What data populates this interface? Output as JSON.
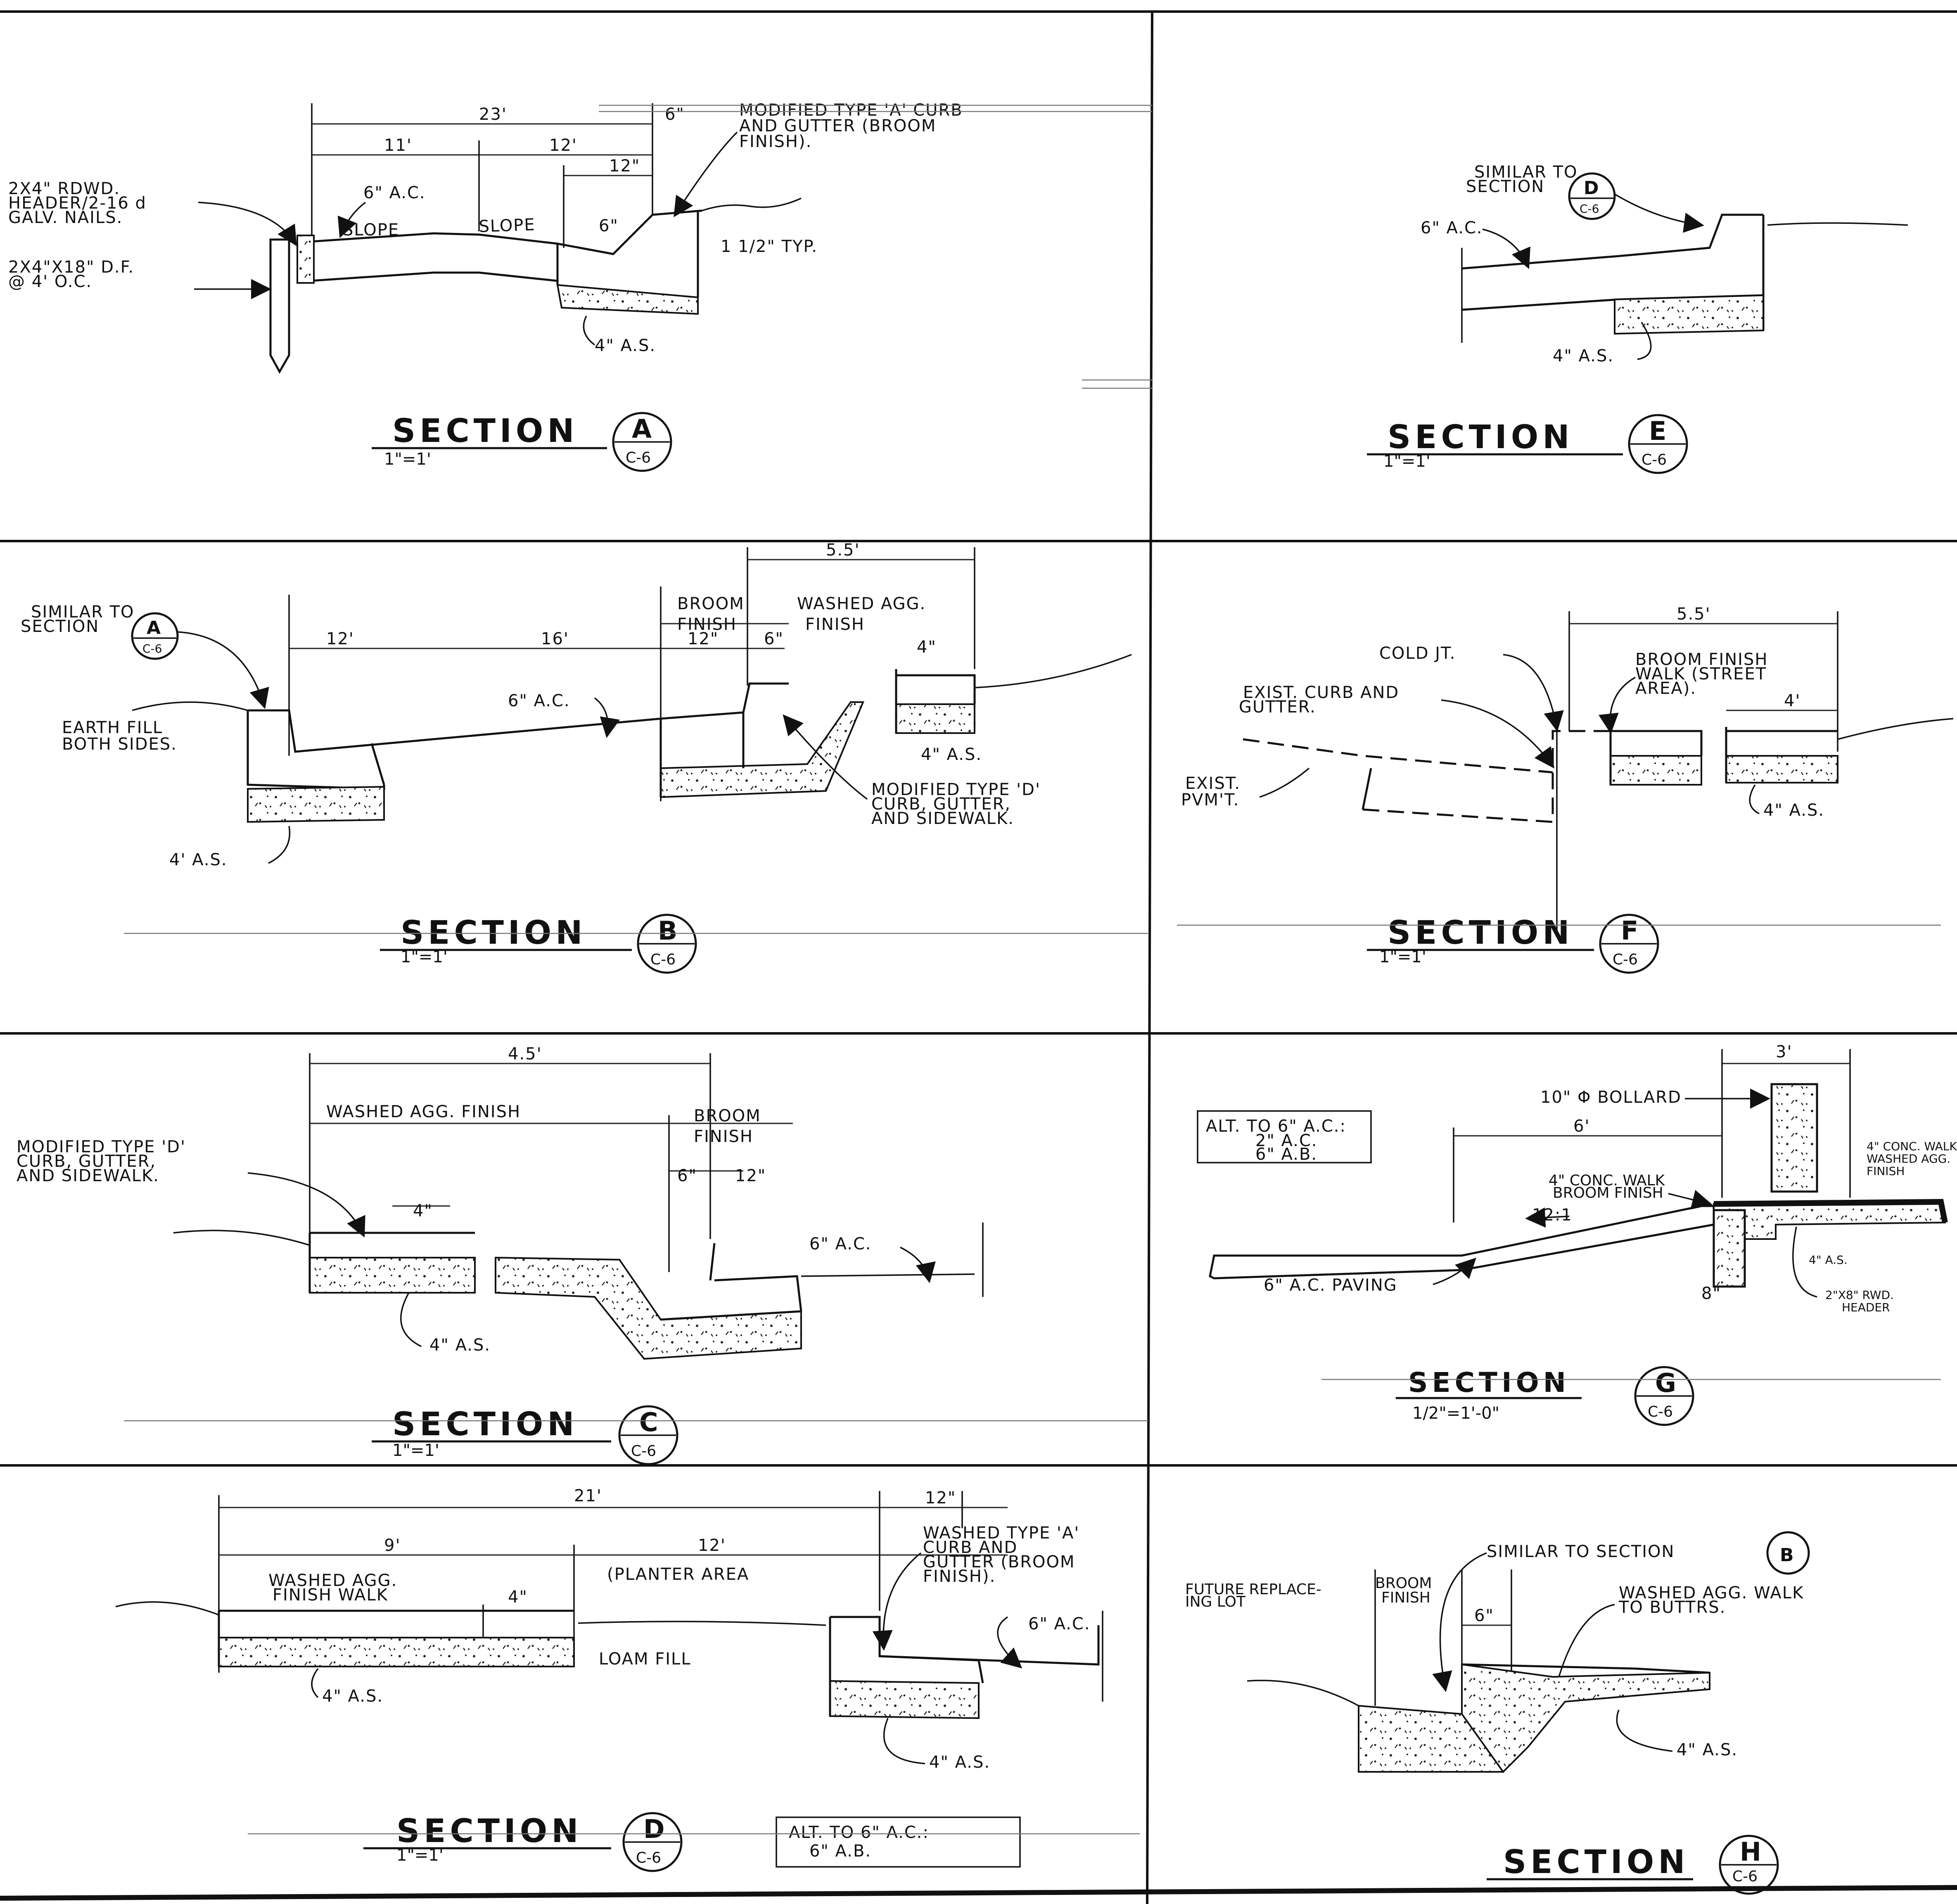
{
  "sections": {
    "a": {
      "title": "SECTION",
      "letter": "A",
      "sheet": "C-6",
      "scale": "1\"=1'",
      "notes": [
        "MODIFIED TYPE 'A' CURB",
        "AND GUTTER (BROOM",
        "FINISH)."
      ],
      "header": [
        "2X4\" RDWD.",
        "HEADER/2-16 d",
        "GALV. NAILS."
      ],
      "stake": [
        "2X4\"X18\" D.F.",
        "@ 4' O.C."
      ],
      "dims": {
        "overall": "23'",
        "left": "11'",
        "right": "12'",
        "curb_top": "6\"",
        "gutter": "12\"",
        "curb_h": "6\"",
        "lip": "1 1/2\" TYP."
      },
      "ac": "6\" A.C.",
      "as": "4\" A.S.",
      "slope1": "SLOPE",
      "slope2": "SLOPE"
    },
    "b": {
      "title": "SECTION",
      "letter": "B",
      "sheet": "C-6",
      "scale": "1\"=1'",
      "similar": [
        "SIMILAR TO",
        "SECTION"
      ],
      "similar_letter": "A",
      "similar_sheet": "C-6",
      "earth": [
        "EARTH FILL",
        "BOTH SIDES."
      ],
      "dims": {
        "overall": "5.5'",
        "d12": "12'",
        "d16": "16'",
        "d12b": "12\"",
        "d6": "6\"",
        "d4": "4\""
      },
      "broom": [
        "BROOM",
        "FINISH"
      ],
      "washed": [
        "WASHED AGG.",
        "FINISH"
      ],
      "ac": "6\" A.C.",
      "as_left": "4' A.S.",
      "as_right": "4\" A.S.",
      "notes": [
        "MODIFIED TYPE 'D'",
        "CURB, GUTTER,",
        "AND SIDEWALK."
      ]
    },
    "c": {
      "title": "SECTION",
      "letter": "C",
      "sheet": "C-6",
      "scale": "1\"=1'",
      "notes": [
        "MODIFIED TYPE 'D'",
        "CURB, GUTTER,",
        "AND SIDEWALK."
      ],
      "dims": {
        "overall": "4.5'",
        "d4": "4\"",
        "d6": "6\"",
        "d12": "12\""
      },
      "washed": "WASHED AGG. FINISH",
      "broom": [
        "BROOM",
        "FINISH"
      ],
      "ac": "6\" A.C.",
      "as": "4\" A.S."
    },
    "d": {
      "title": "SECTION",
      "letter": "D",
      "sheet": "C-6",
      "scale": "1\"=1'",
      "dims": {
        "overall": "21'",
        "d9": "9'",
        "d12": "12'",
        "d12b": "12\"",
        "d4": "4\""
      },
      "walk": [
        "WASHED AGG.",
        "FINISH WALK"
      ],
      "planter": "(PLANTER AREA",
      "loam": "LOAM FILL",
      "notes": [
        "WASHED TYPE 'A'",
        "CURB AND",
        "GUTTER (BROOM",
        "FINISH)."
      ],
      "ac": "6\" A.C.",
      "as_left": "4\" A.S.",
      "as_right": "4\" A.S.",
      "alt": [
        "ALT. TO 6\" A.C.:",
        "6\" A.B."
      ]
    },
    "e": {
      "title": "SECTION",
      "letter": "E",
      "sheet": "C-6",
      "scale": "1\"=1'",
      "similar": [
        "SIMILAR TO",
        "SECTION"
      ],
      "similar_letter": "D",
      "similar_sheet": "C-6",
      "ac": "6\" A.C.",
      "as": "4\" A.S."
    },
    "f": {
      "title": "SECTION",
      "letter": "F",
      "sheet": "C-6",
      "scale": "1\"=1'",
      "dims": {
        "overall": "5.5'",
        "d4": "4'"
      },
      "cold": "COLD JT.",
      "exist_curb": [
        "EXIST. CURB AND",
        "GUTTER."
      ],
      "exist_pvmt": [
        "EXIST.",
        "PVM'T."
      ],
      "walk": [
        "BROOM FINISH",
        "WALK (STREET",
        "AREA)."
      ],
      "as": "4\" A.S."
    },
    "g": {
      "title": "SECTION",
      "letter": "G",
      "sheet": "C-6",
      "scale": "1/2\"=1'-0\"",
      "alt": [
        "ALT. TO 6\" A.C.:",
        "2\" A.C.",
        "6\" A.B."
      ],
      "bollard": "10\" Φ BOLLARD",
      "dims": {
        "d3": "3'",
        "d6": "6'",
        "d8": "8\"",
        "slope": "12:1"
      },
      "walk_broom": [
        "4\" CONC. WALK",
        "BROOM FINISH"
      ],
      "walk_washed": [
        "4\" CONC. WALK",
        "WASHED AGG.",
        "FINISH"
      ],
      "as": "4\" A.S.",
      "header": [
        "2\"X8\" RWD.",
        "HEADER"
      ],
      "paving": "6\" A.C. PAVING"
    },
    "h": {
      "title": "SECTION",
      "letter": "H",
      "sheet": "C-6",
      "similar": "SIMILAR TO SECTION",
      "similar_letter": "B",
      "future": [
        "FUTURE REPLACE-",
        "ING LOT"
      ],
      "broom": [
        "BROOM",
        "FINISH"
      ],
      "washed": [
        "WASHED AGG. WALK",
        "TO BUTTRS."
      ],
      "dims": {
        "d6": "6\""
      },
      "as": "4\" A.S."
    }
  }
}
